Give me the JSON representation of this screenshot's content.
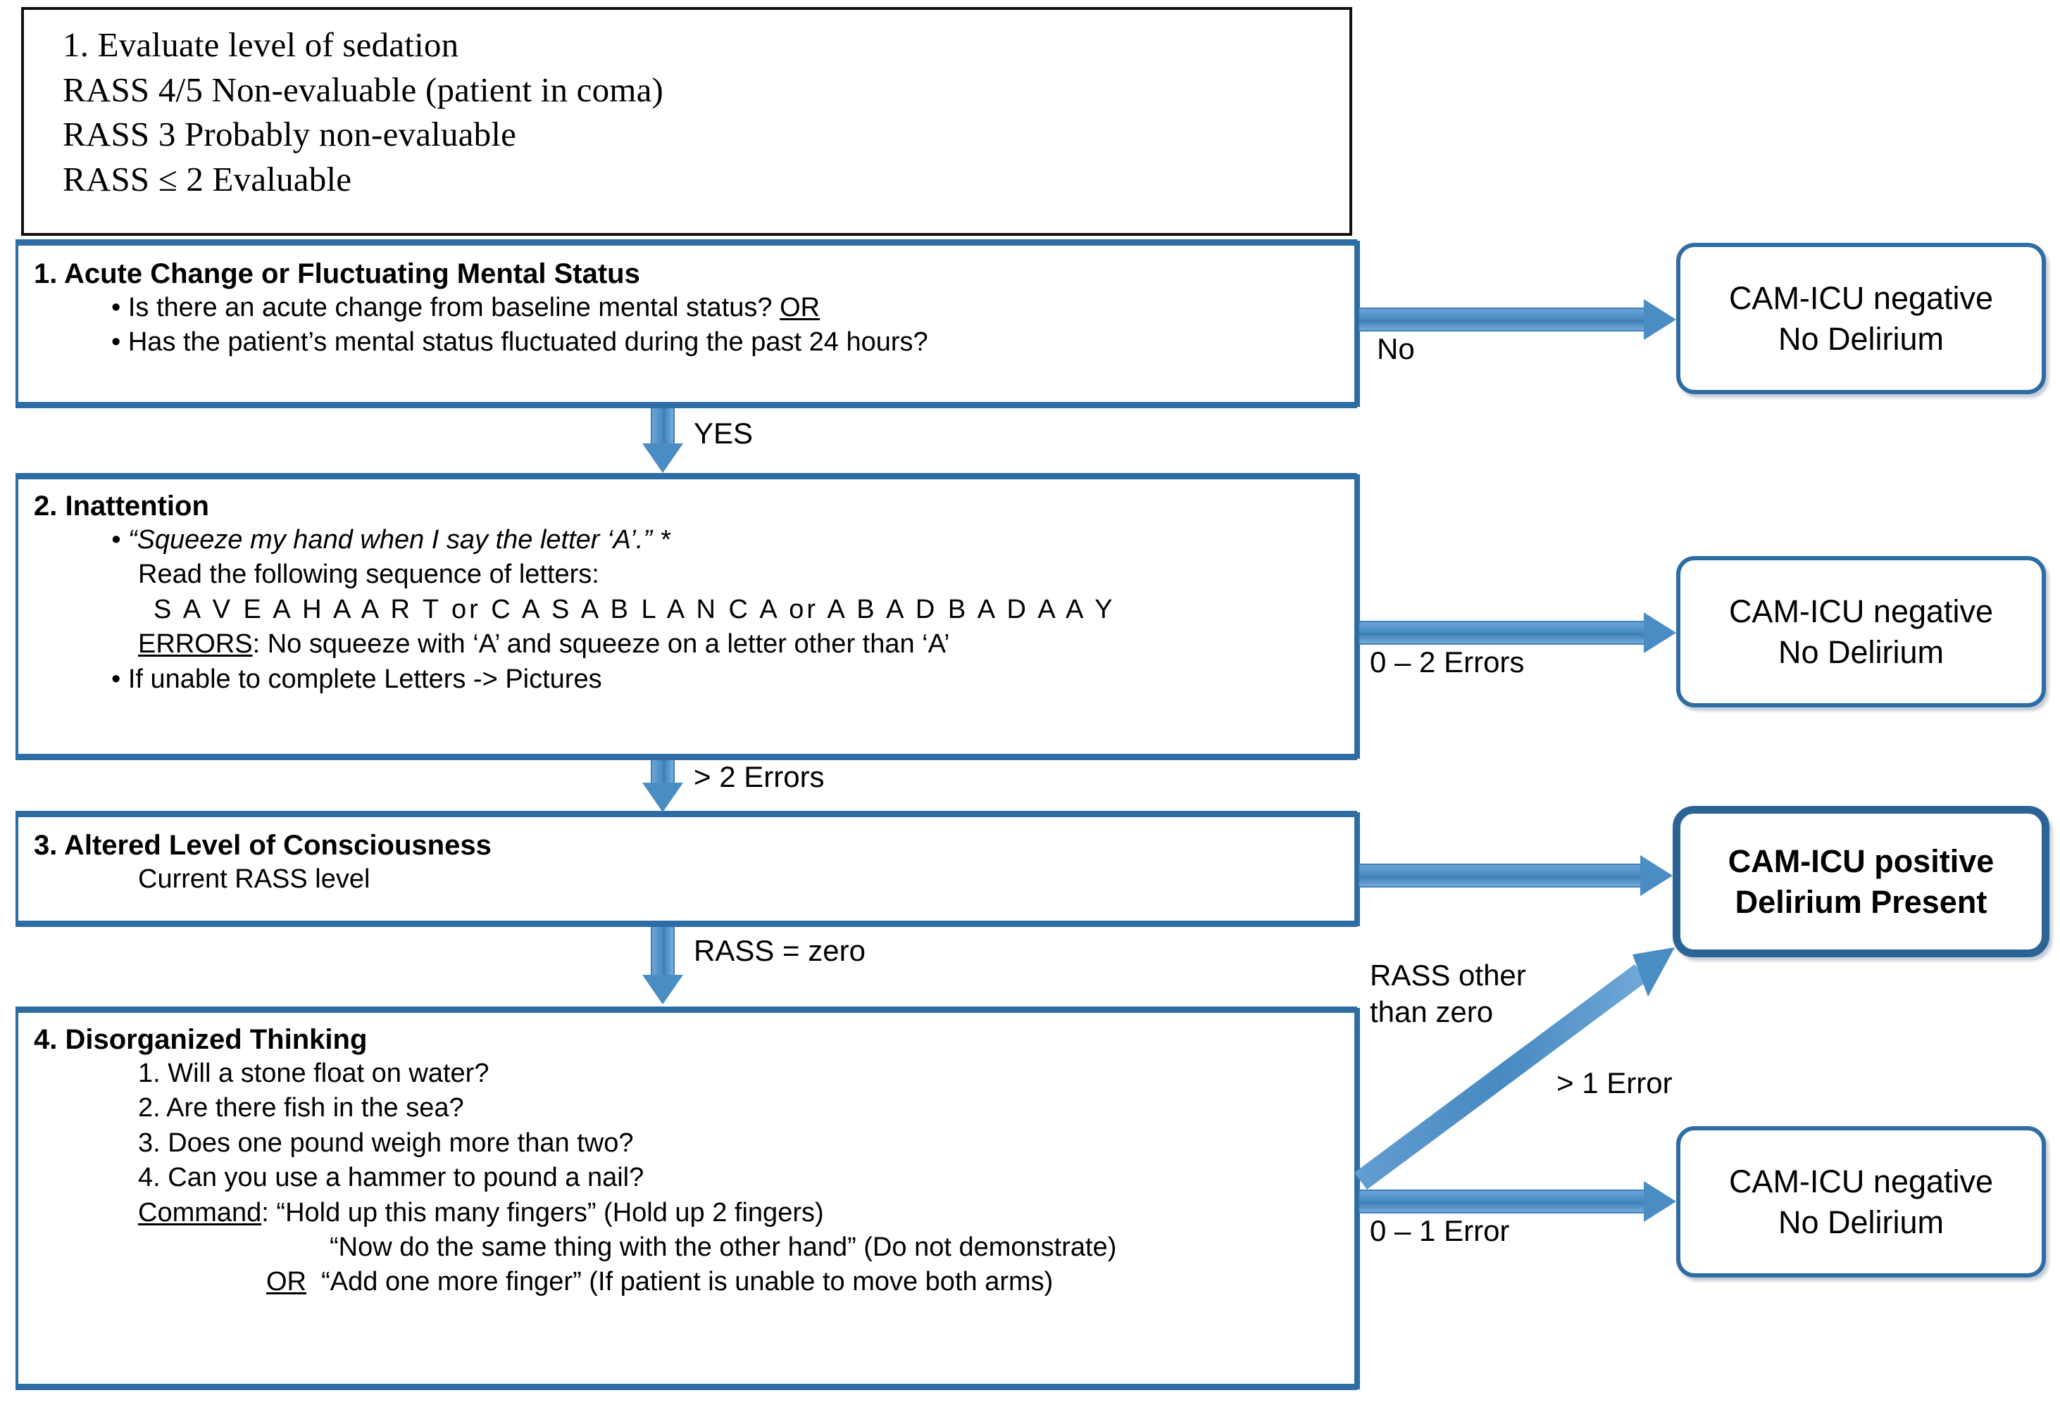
{
  "sedation_box": {
    "name": "evaluate-level-of-sedation",
    "lines": [
      "1. Evaluate level of sedation",
      "RASS 4/5 Non-evaluable (patient in coma)",
      "RASS 3 Probably non-evaluable",
      "RASS ≤ 2 Evaluable"
    ]
  },
  "feature1": {
    "title": "1. Acute Change or Fluctuating Mental Status",
    "bullets": [
      {
        "text": "• Is there an acute change from baseline mental status? ",
        "underlined_tail": "OR"
      },
      {
        "text": "• Has the patient’s mental status fluctuated during the past 24 hours?",
        "underlined_tail": ""
      }
    ]
  },
  "feature2": {
    "title": "2. Inattention",
    "quote": "• “Squeeze my hand when I say the letter ‘A’.” *",
    "read_instruction": "Read the following sequence of letters:",
    "sequences": "S A V E A H A A R T or C A S A B L A N C A or A B A D B A D A A Y",
    "errors_label": "ERRORS",
    "errors_text": ": No squeeze with ‘A’ and squeeze on a letter other than ‘A’",
    "pictures_line": "• If unable to complete Letters -> Pictures"
  },
  "feature3": {
    "title": "3. Altered Level of Consciousness",
    "subline": "Current RASS level"
  },
  "feature4": {
    "title": "4. Disorganized Thinking",
    "questions": [
      "1. Will a stone float on water?",
      "2. Are there fish in the sea?",
      "3. Does one pound weigh more than two?",
      "4. Can you use a hammer to pound a nail?"
    ],
    "command_label": "Command",
    "command_line1": ": “Hold up this many fingers” (Hold up 2 fingers)",
    "command_line2": "“Now do the same thing with the other hand” (Do not demonstrate)",
    "or_label": "OR",
    "command_line3": "  “Add one more finger” (If patient is unable to move both arms)"
  },
  "outcomes": {
    "negative1": {
      "line1": "CAM-ICU negative",
      "line2": "No Delirium"
    },
    "negative2": {
      "line1": "CAM-ICU negative",
      "line2": "No Delirium"
    },
    "positive": {
      "line1": "CAM-ICU positive",
      "line2": "Delirium Present"
    },
    "negative3": {
      "line1": "CAM-ICU negative",
      "line2": "No Delirium"
    }
  },
  "edge_labels": {
    "no": "No",
    "yes": "YES",
    "errors_0_2": "0 – 2 Errors",
    "errors_gt2": "> 2 Errors",
    "rass_other": "RASS other\nthan zero",
    "rass_zero": "RASS = zero",
    "errors_gt1": "> 1 Error",
    "errors_0_1": "0 – 1 Error"
  },
  "colors": {
    "accent_blue": "#2e6da4",
    "arrow_blue": "#4a8cc4",
    "box_border_black": "#111111"
  }
}
